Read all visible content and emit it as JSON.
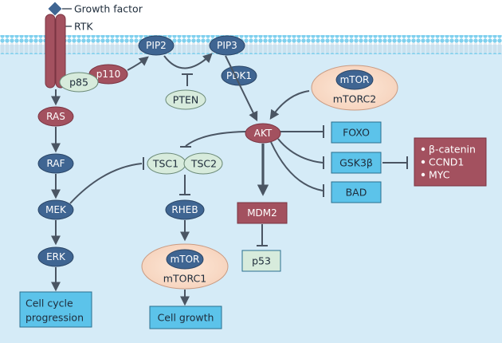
{
  "labels": {
    "growth_factor": "Growth factor",
    "rtk": "RTK",
    "pip2": "PIP2",
    "pip3": "PIP3",
    "p85": "p85",
    "p110": "p110",
    "pten": "PTEN",
    "pdk1": "PDK1",
    "mtorc2_mtor": "mTOR",
    "mtorc2": "mTORC2",
    "ras": "RAS",
    "raf": "RAF",
    "mek": "MEK",
    "erk": "ERK",
    "cell_cycle_line1": "Cell cycle",
    "cell_cycle_line2": "progression",
    "tsc1": "TSC1",
    "tsc2": "TSC2",
    "rheb": "RHEB",
    "mtorc1_mtor": "mTOR",
    "mtorc1": "mTORC1",
    "cell_growth": "Cell growth",
    "akt": "AKT",
    "mdm2": "MDM2",
    "p53": "p53",
    "foxo": "FOXO",
    "gsk3b": "GSK3β",
    "bad": "BAD",
    "targets": [
      "β-catenin",
      "CCND1",
      "MYC"
    ]
  },
  "colors": {
    "cytoplasm": "#d5ebf7",
    "membrane_head": "#7fd0ee",
    "rtk": "#a3515f",
    "node_blue": "#3f6592",
    "node_maroon": "#a3515f",
    "node_green": "#d7ebdc",
    "box_blue": "#5cc3ea",
    "box_maroon": "#a3515f",
    "mtor_halo": "#f8dcca"
  }
}
